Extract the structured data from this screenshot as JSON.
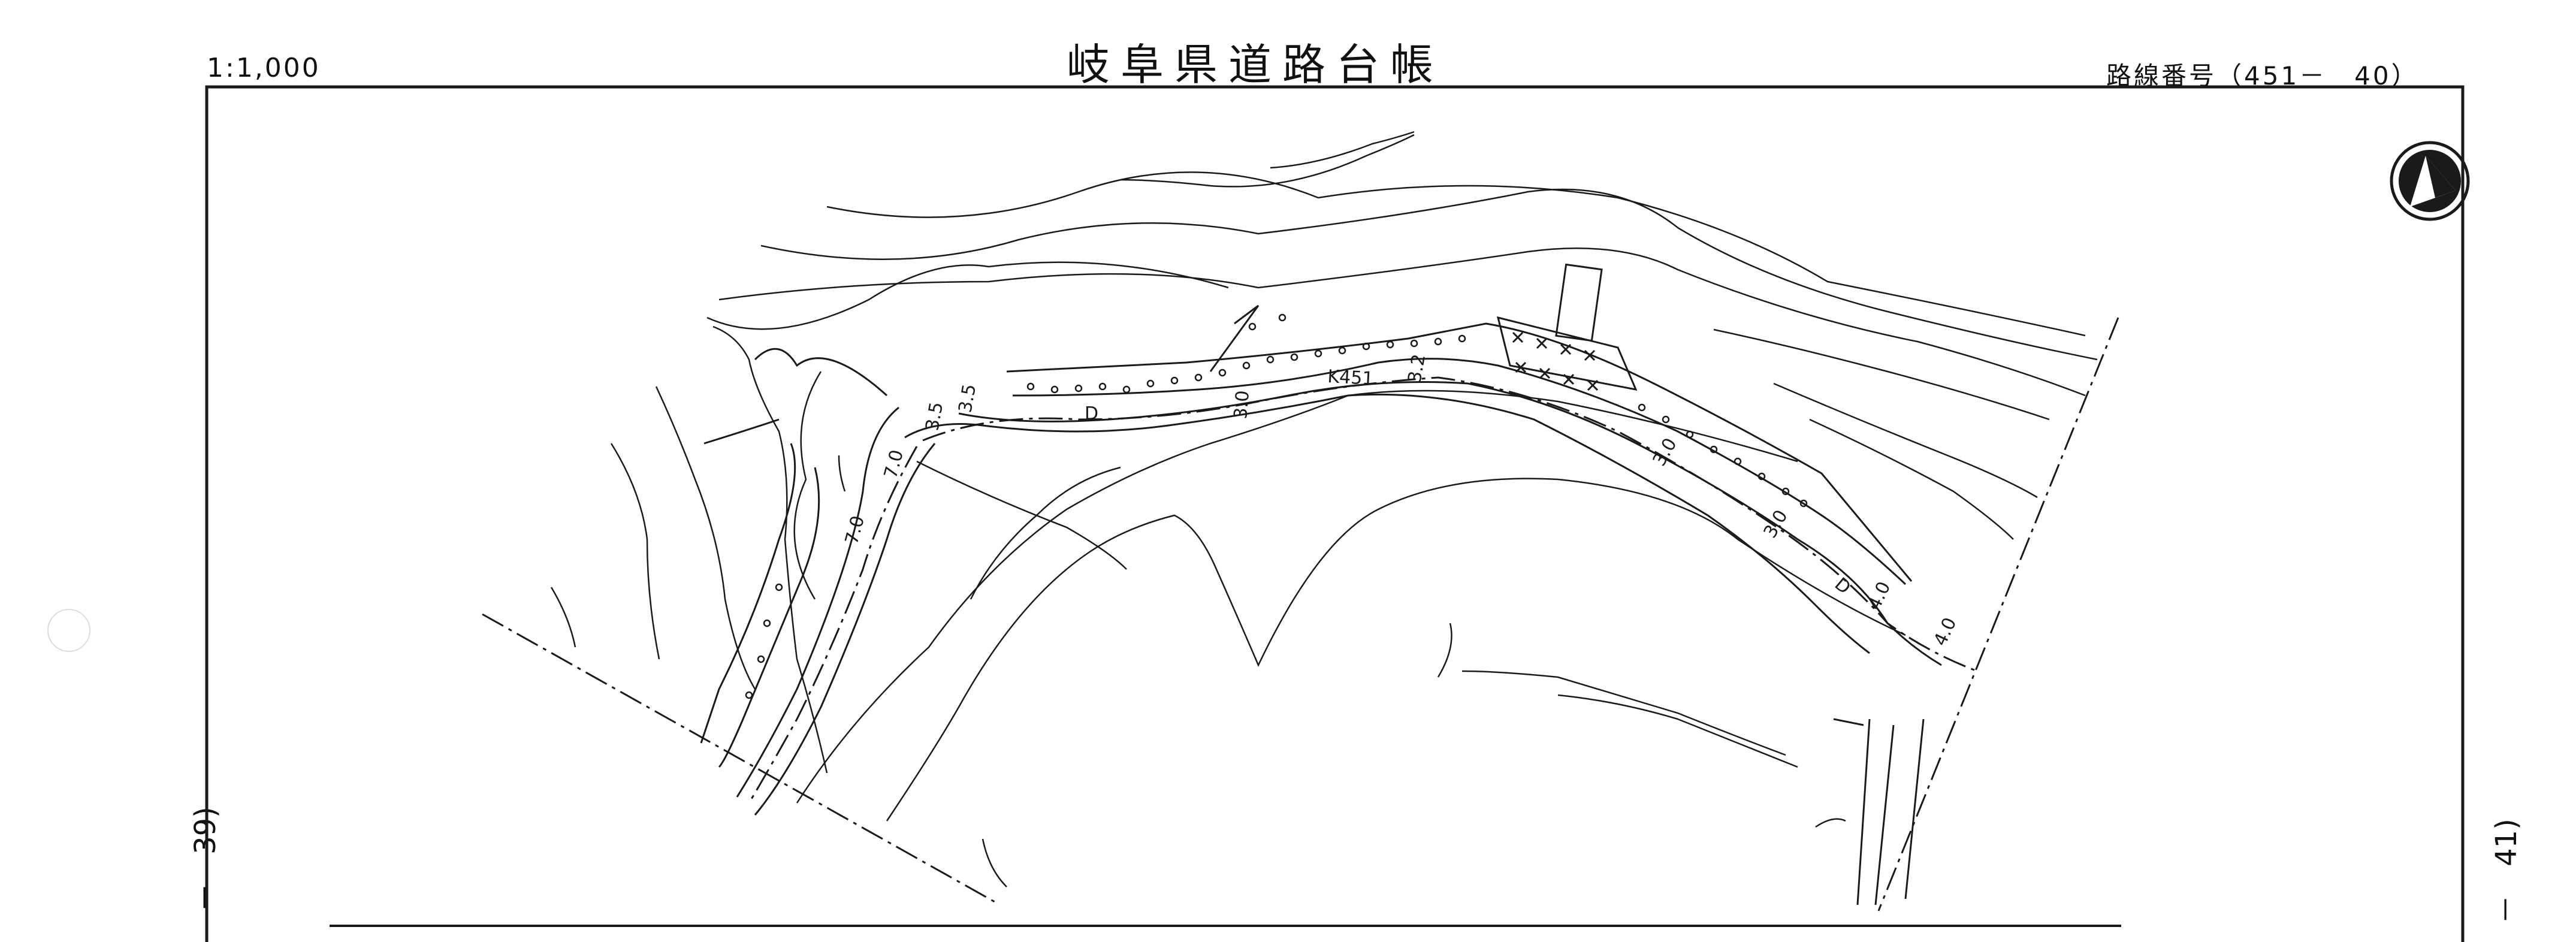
{
  "header": {
    "scale": "1:1,000",
    "title": "岐阜県道路台帳",
    "route_label": "路線番号（451－　40）"
  },
  "continuation": {
    "left": "－　39)",
    "right": "－　41)"
  },
  "map": {
    "road_id": "K451",
    "width_labels": [
      "3.5",
      "3.5",
      "3.0",
      "3.2",
      "3.0",
      "3.0",
      "4.0",
      "4.0",
      "7.0",
      "7.0"
    ],
    "drain_labels": [
      "D",
      "D"
    ],
    "icons": [
      "north-arrow-icon"
    ],
    "colors": {
      "line": "#1a1a1a",
      "paper": "#ffffff"
    }
  }
}
